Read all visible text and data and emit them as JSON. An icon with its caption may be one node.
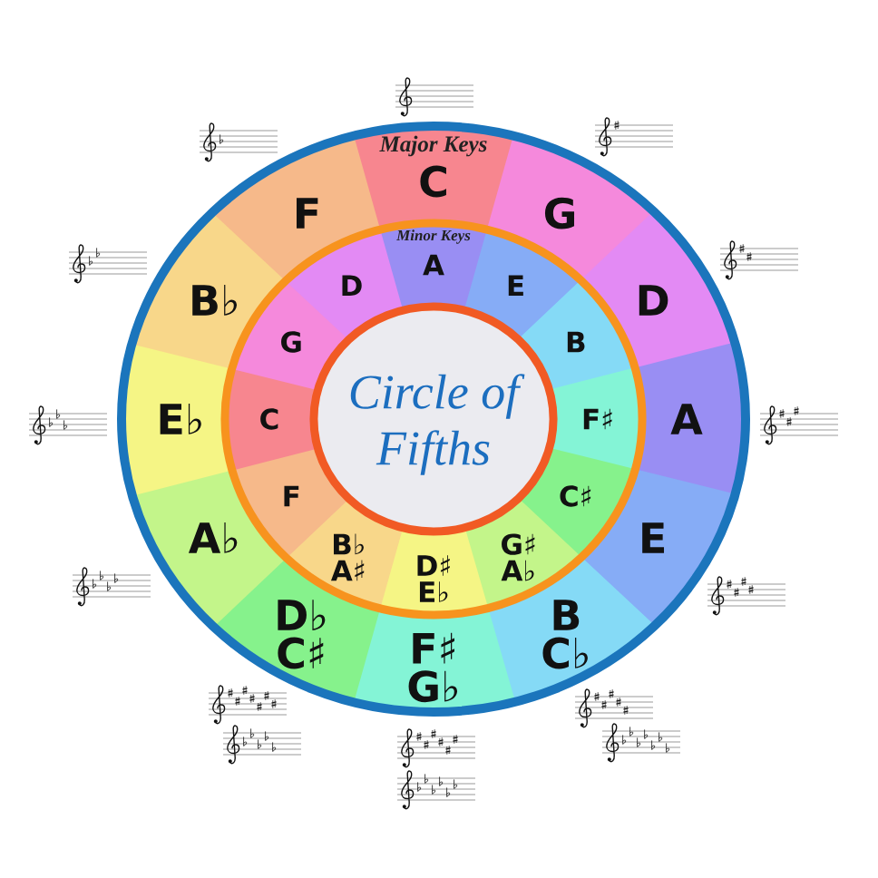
{
  "diagram": {
    "nodes": [
      {
        "text": [],
        "shape": "circle"
      },
      {
        "text": [
          "Major Keys",
          "C"
        ],
        "in": 0
      },
      {
        "text": [
          "G"
        ],
        "in": 0
      },
      {
        "text": [
          "D"
        ],
        "in": 0
      },
      {
        "text": [
          "A"
        ],
        "in": 0
      },
      {
        "text": [
          "E"
        ],
        "in": 0
      },
      {
        "text": [
          "B",
          "C♭"
        ],
        "in": 0
      },
      {
        "text": [
          "F♯",
          "G♭"
        ],
        "in": 0
      },
      {
        "text": [
          "D♭",
          "C♯"
        ],
        "in": 0
      },
      {
        "text": [
          "A♭"
        ],
        "in": 0
      },
      {
        "text": [
          "E♭"
        ],
        "in": 0
      },
      {
        "text": [
          "B♭"
        ],
        "in": 0
      },
      {
        "text": [
          "F"
        ],
        "in": 0
      },
      {
        "text": [],
        "shape": "circle",
        "in": 0
      },
      {
        "text": [
          "Minor Keys",
          "A"
        ],
        "in": 13
      },
      {
        "text": [
          "E"
        ],
        "in": 13
      },
      {
        "text": [
          "B"
        ],
        "in": 13
      },
      {
        "text": [
          "F♯"
        ],
        "in": 13
      },
      {
        "text": [
          "C♯"
        ],
        "in": 13
      },
      {
        "text": [
          "G♯",
          "A♭"
        ],
        "in": 13
      },
      {
        "text": [
          "D♯",
          "E♭"
        ],
        "in": 13
      },
      {
        "text": [
          "B♭",
          "A♯"
        ],
        "in": 13
      },
      {
        "text": [
          "F"
        ],
        "in": 13
      },
      {
        "text": [
          "C"
        ],
        "in": 13
      },
      {
        "text": [
          "G"
        ],
        "in": 13
      },
      {
        "text": [
          "D"
        ],
        "in": 13
      },
      {
        "text": [
          "Circle of Fifths"
        ],
        "in": 13
      }
    ]
  }
}
